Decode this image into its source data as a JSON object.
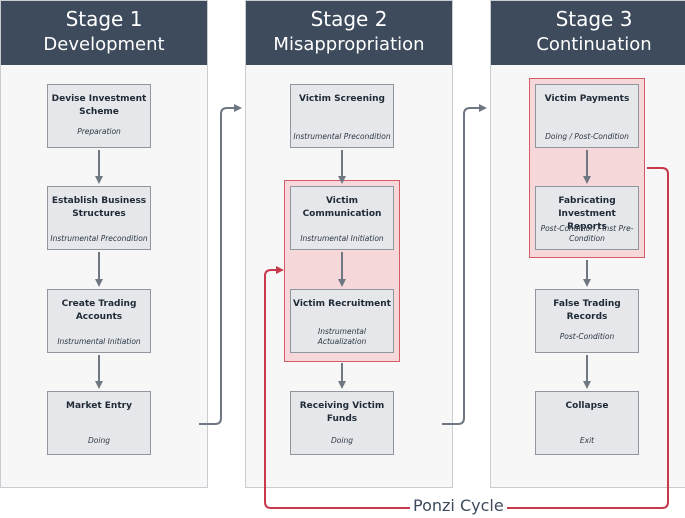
{
  "stages": [
    {
      "title_line1": "Stage 1",
      "title_line2": "Development"
    },
    {
      "title_line1": "Stage 2",
      "title_line2": "Misappropriation"
    },
    {
      "title_line1": "Stage 3",
      "title_line2": "Continuation"
    }
  ],
  "nodes": {
    "s1": [
      {
        "title": "Devise Investment Scheme",
        "subtitle": "Preparation"
      },
      {
        "title": "Establish Business Structures",
        "subtitle": "Instrumental Precondition"
      },
      {
        "title": "Create Trading Accounts",
        "subtitle": "Instrumental Initiation"
      },
      {
        "title": "Market Entry",
        "subtitle": "Doing"
      }
    ],
    "s2": [
      {
        "title": "Victim Screening",
        "subtitle": "Instrumental Precondition"
      },
      {
        "title": "Victim Communication",
        "subtitle": "Instrumental Initiation"
      },
      {
        "title": "Victim Recruitment",
        "subtitle": "Instrumental Actualization"
      },
      {
        "title": "Receiving Victim Funds",
        "subtitle": "Doing"
      }
    ],
    "s3": [
      {
        "title": "Victim Payments",
        "subtitle": "Doing / Post-Condition"
      },
      {
        "title": "Fabricating Investment Reports",
        "subtitle": "Post-Condition / Inst Pre-Condition"
      },
      {
        "title": "False Trading Records",
        "subtitle": "Post-Condition"
      },
      {
        "title": "Collapse",
        "subtitle": "Exit"
      }
    ]
  },
  "cycle_label": "Ponzi Cycle",
  "colors": {
    "header": "#3d4b5c",
    "node_fill": "#e5e7ea",
    "arrow": "#6f7882",
    "cycle": "#c8394b",
    "highlight_fill": "#f6d7da"
  }
}
